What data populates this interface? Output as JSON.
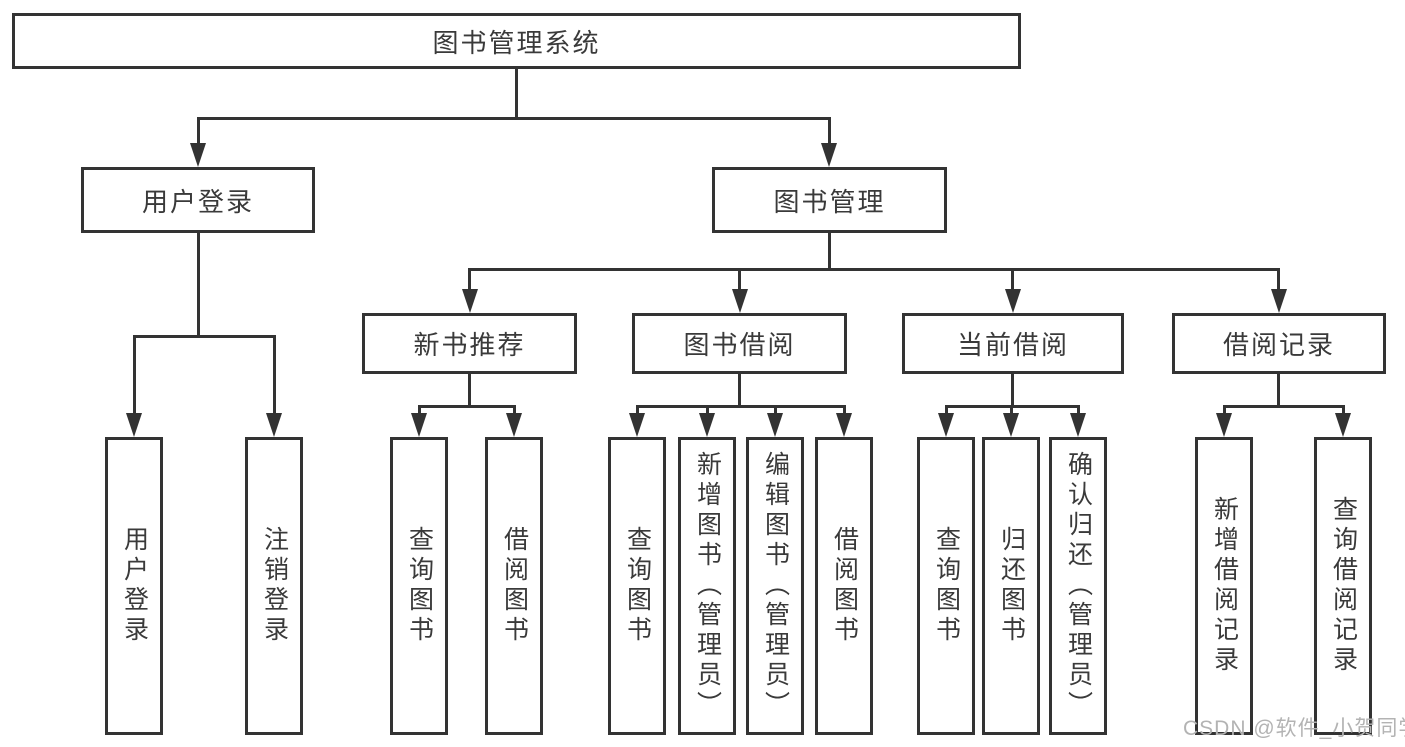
{
  "colors": {
    "line": "#333333",
    "text": "#3a3a3a",
    "box_background": "#ffffff",
    "watermark": "#b3b3b3"
  },
  "tree": {
    "root": {
      "label": "图书管理系统"
    },
    "level2": [
      {
        "label": "用户登录"
      },
      {
        "label": "图书管理"
      }
    ],
    "level3": [
      {
        "label": "新书推荐",
        "parent": "图书管理"
      },
      {
        "label": "图书借阅",
        "parent": "图书管理"
      },
      {
        "label": "当前借阅",
        "parent": "图书管理"
      },
      {
        "label": "借阅记录",
        "parent": "图书管理"
      }
    ],
    "leaves": [
      {
        "label": "用户登录",
        "parent": "用户登录"
      },
      {
        "label": "注销登录",
        "parent": "用户登录"
      },
      {
        "label": "查询图书",
        "parent": "新书推荐"
      },
      {
        "label": "借阅图书",
        "parent": "新书推荐"
      },
      {
        "label": "查询图书",
        "parent": "图书借阅"
      },
      {
        "label": "新增图书（管理员）",
        "parent": "图书借阅"
      },
      {
        "label": "编辑图书（管理员）",
        "parent": "图书借阅"
      },
      {
        "label": "借阅图书",
        "parent": "图书借阅"
      },
      {
        "label": "查询图书",
        "parent": "当前借阅"
      },
      {
        "label": "归还图书",
        "parent": "当前借阅"
      },
      {
        "label": "确认归还（管理员）",
        "parent": "当前借阅"
      },
      {
        "label": "新增借阅记录",
        "parent": "借阅记录"
      },
      {
        "label": "查询借阅记录",
        "parent": "借阅记录"
      }
    ]
  },
  "watermark": {
    "text": "CSDN @软件_小贺同学"
  }
}
